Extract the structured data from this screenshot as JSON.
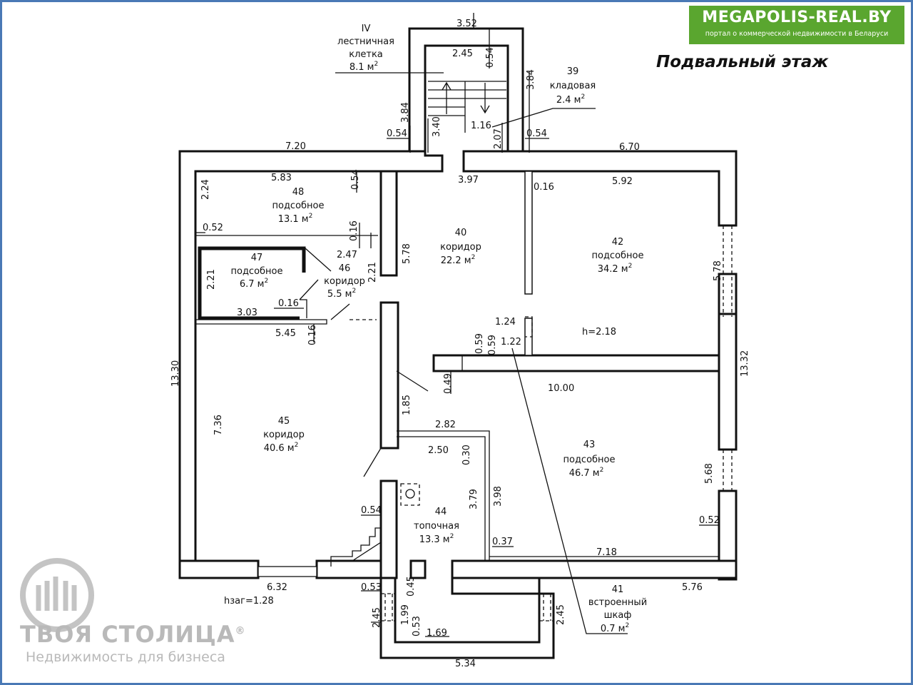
{
  "badge": {
    "title": "MEGAPOLIS-REAL.BY",
    "subtitle": "портал о коммерческой недвижимости в Беларуси"
  },
  "floor_title": "Подвальный этаж",
  "logo": {
    "brand": "ТВОЯ СТОЛИЦА",
    "registered": "®",
    "tagline": "Недвижимость для бизнеса"
  },
  "rooms": {
    "r_iv": {
      "num": "IV",
      "name1": "лестничная",
      "name2": "клетка",
      "area": "8.1 м"
    },
    "r39": {
      "num": "39",
      "name": "кладовая",
      "area": "2.4 м"
    },
    "r48": {
      "num": "48",
      "name": "подсобное",
      "area": "13.1 м"
    },
    "r40": {
      "num": "40",
      "name": "коридор",
      "area": "22.2 м"
    },
    "r42": {
      "num": "42",
      "name": "подсобное",
      "area": "34.2 м"
    },
    "r47": {
      "num": "47",
      "name": "подсобное",
      "area": "6.7 м"
    },
    "r46": {
      "num": "46",
      "name": "коридор",
      "area": "5.5 м"
    },
    "r45": {
      "num": "45",
      "name": "коридор",
      "area": "40.6 м"
    },
    "r43": {
      "num": "43",
      "name": "подсобное",
      "area": "46.7 м"
    },
    "r44": {
      "num": "44",
      "name": "топочная",
      "area": "13.3 м"
    },
    "r41": {
      "num": "41",
      "name1": "встроенный",
      "name2": "шкаф",
      "area": "0.7 м"
    },
    "sq": "2"
  },
  "notes": {
    "height": "h=2.18",
    "hzag": "hзаг=1.28"
  },
  "dims": {
    "d352": "3.52",
    "d245": "2.45",
    "d054a": "0.54",
    "d384a": "3.84",
    "d384b": "3.84",
    "d054b": "0.54",
    "d340": "3.40",
    "d116": "1.16",
    "d207": "2.07",
    "d054c": "0.54",
    "d720": "7.20",
    "d670": "6.70",
    "d583": "5.83",
    "d054d": "0.54",
    "d397": "3.97",
    "d016a": "0.16",
    "d592": "5.92",
    "d224": "2.24",
    "d052a": "0.52",
    "d016b": "0.16",
    "d247": "2.47",
    "d578a": "5.78",
    "d221a": "2.21",
    "d578b": "5.78",
    "d221b": "2.21",
    "d016c": "0.16",
    "d303": "3.03",
    "d124": "1.24",
    "d545": "5.45",
    "d016d": "0.16",
    "d059a": "0.59",
    "d059b": "0.59",
    "d122": "1.22",
    "d1332": "13.32",
    "d1330": "13.30",
    "d049": "0.49",
    "d1000": "10.00",
    "d185": "1.85",
    "d736": "7.36",
    "d282": "2.82",
    "d250": "2.50",
    "d030": "0.30",
    "d568": "5.68",
    "d379": "3.79",
    "d398": "3.98",
    "d054e": "0.54",
    "d052b": "0.52",
    "d037": "0.37",
    "d718": "7.18",
    "d632": "6.32",
    "d053a": "0.53",
    "d045": "0.45",
    "d576": "5.76",
    "d245b": "2.45",
    "d199": "1.99",
    "d053b": "0.53",
    "d169": "1.69",
    "d245c": "2.45",
    "d534": "5.34"
  }
}
